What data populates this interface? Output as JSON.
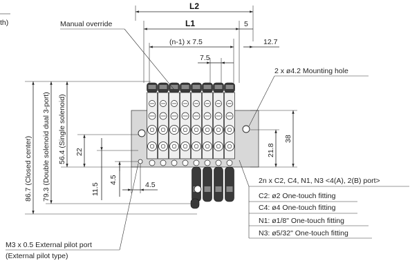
{
  "dimensions": {
    "L2": "L2",
    "L1": "L1",
    "d5": "5",
    "pitch_formula": "(n-1) x 7.5",
    "d12_7": "12.7",
    "d7_5": "7.5",
    "d86_7": "86.7 (Closed center)",
    "d79_3": "79.3 (Double solenoid dual 3-port)",
    "d56_4": "56.4 (Single solenoid)",
    "d22": "22",
    "d11_5": "11.5",
    "d4_5v": "4.5",
    "d4_5h": "4.5",
    "d21_8": "21.8",
    "d38": "38"
  },
  "labels": {
    "manual_override": "Manual override",
    "mounting_hole": "2 x ø4.2 Mounting hole",
    "port_title": "2n x C2, C4, N1, N3 <4(A), 2(B) port>",
    "port_c2": "C2: ø2 One-touch fitting",
    "port_c4": "C4: ø4 One-touch fitting",
    "port_n1": "N1: ø1/8\" One-touch fitting",
    "port_n3": "N3: ø5/32\" One-touch fitting",
    "ext_pilot_port": "M3 x 0.5 External pilot port",
    "ext_pilot_type": "(External pilot type)",
    "edge_fragment": "th)"
  }
}
